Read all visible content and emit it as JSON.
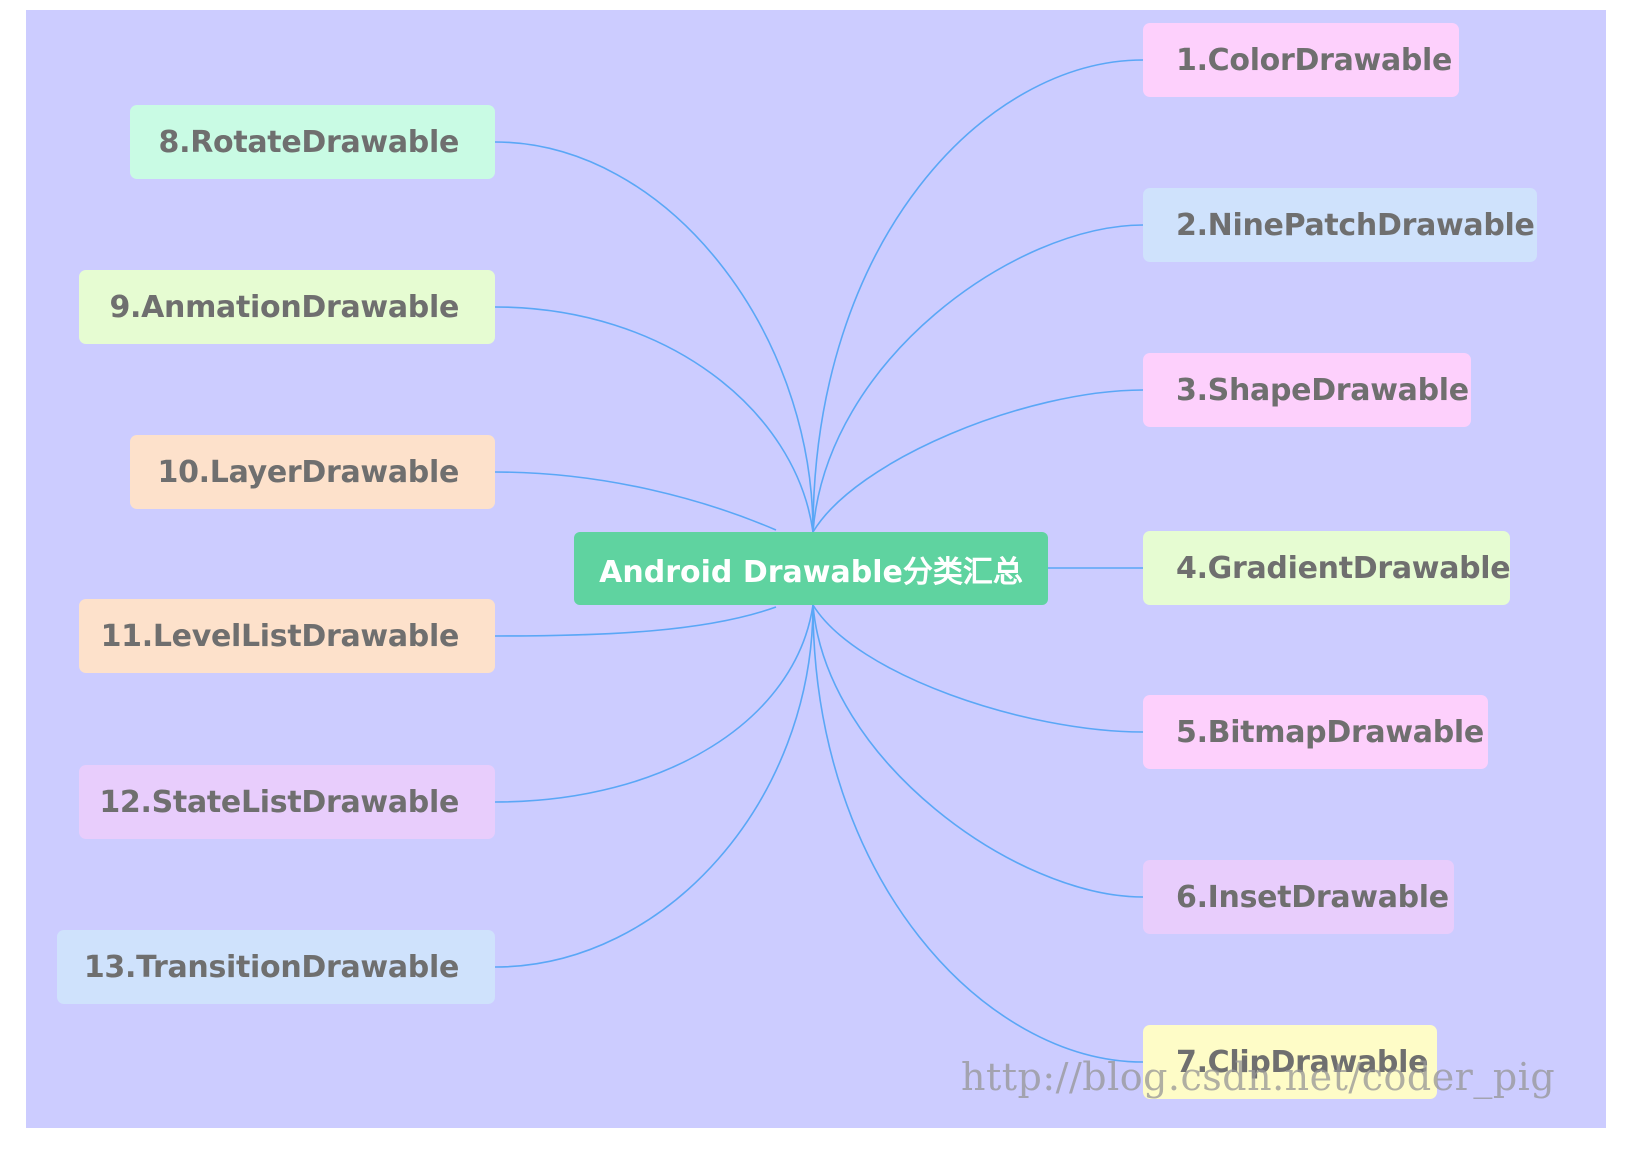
{
  "diagram": {
    "center": {
      "label": "Android Drawable分类汇总",
      "color": "#5fd3a0"
    },
    "link_color": "#5aa7f6",
    "background": "#ccccff",
    "right_nodes": [
      {
        "label": "1.ColorDrawable",
        "color": "#fdd0fc"
      },
      {
        "label": "2.NinePatchDrawable",
        "color": "#cfe2fc"
      },
      {
        "label": "3.ShapeDrawable",
        "color": "#fdd0fc"
      },
      {
        "label": "4.GradientDrawable",
        "color": "#e6fcd2"
      },
      {
        "label": "5.BitmapDrawable",
        "color": "#fdd0fc"
      },
      {
        "label": "6.InsetDrawable",
        "color": "#e8cdfc"
      },
      {
        "label": "7.ClipDrawable",
        "color": "#fefcc7"
      }
    ],
    "left_nodes": [
      {
        "label": "8.RotateDrawable",
        "color": "#c9fbe4"
      },
      {
        "label": "9.AnmationDrawable",
        "color": "#e6fcd2"
      },
      {
        "label": "10.LayerDrawable",
        "color": "#fde1cb"
      },
      {
        "label": "11.LevelListDrawable",
        "color": "#fde1cb"
      },
      {
        "label": "12.StateListDrawable",
        "color": "#e8cdfc"
      },
      {
        "label": "13.TransitionDrawable",
        "color": "#cfe2fc"
      }
    ]
  },
  "watermark": "http://blog.csdn.net/coder_pig"
}
